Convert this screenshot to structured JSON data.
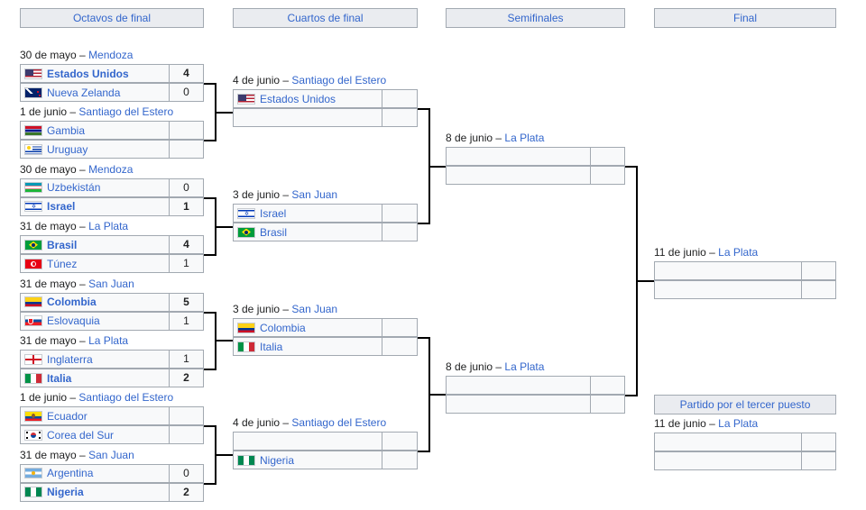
{
  "headers": {
    "r16": "Octavos de final",
    "qf": "Cuartos de final",
    "sf": "Semifinales",
    "final": "Final",
    "third": "Partido por el tercer puesto"
  },
  "r16": [
    {
      "date": "30 de mayo",
      "place": "Mendoza",
      "teams": [
        {
          "name": "Estados Unidos",
          "flag": "usa",
          "score": "4",
          "win": true
        },
        {
          "name": "Nueva Zelanda",
          "flag": "nzl",
          "score": "0",
          "win": false
        }
      ]
    },
    {
      "date": "1 de junio",
      "place": "Santiago del Estero",
      "teams": [
        {
          "name": "Gambia",
          "flag": "gam",
          "score": "",
          "win": false
        },
        {
          "name": "Uruguay",
          "flag": "uru",
          "score": "",
          "win": false
        }
      ]
    },
    {
      "date": "30 de mayo",
      "place": "Mendoza",
      "teams": [
        {
          "name": "Uzbekistán",
          "flag": "uzb",
          "score": "0",
          "win": false
        },
        {
          "name": "Israel",
          "flag": "isr",
          "score": "1",
          "win": true
        }
      ]
    },
    {
      "date": "31 de mayo",
      "place": "La Plata",
      "teams": [
        {
          "name": "Brasil",
          "flag": "bra",
          "score": "4",
          "win": true
        },
        {
          "name": "Túnez",
          "flag": "tun",
          "score": "1",
          "win": false
        }
      ]
    },
    {
      "date": "31 de mayo",
      "place": "San Juan",
      "teams": [
        {
          "name": "Colombia",
          "flag": "col",
          "score": "5",
          "win": true
        },
        {
          "name": "Eslovaquia",
          "flag": "svk",
          "score": "1",
          "win": false
        }
      ]
    },
    {
      "date": "31 de mayo",
      "place": "La Plata",
      "teams": [
        {
          "name": "Inglaterra",
          "flag": "eng",
          "score": "1",
          "win": false
        },
        {
          "name": "Italia",
          "flag": "ita",
          "score": "2",
          "win": true
        }
      ]
    },
    {
      "date": "1 de junio",
      "place": "Santiago del Estero",
      "teams": [
        {
          "name": "Ecuador",
          "flag": "ecu",
          "score": "",
          "win": false
        },
        {
          "name": "Corea del Sur",
          "flag": "kor",
          "score": "",
          "win": false
        }
      ]
    },
    {
      "date": "31 de mayo",
      "place": "San Juan",
      "teams": [
        {
          "name": "Argentina",
          "flag": "arg",
          "score": "0",
          "win": false
        },
        {
          "name": "Nigeria",
          "flag": "nga",
          "score": "2",
          "win": true
        }
      ]
    }
  ],
  "qf": [
    {
      "date": "4 de junio",
      "place": "Santiago del Estero",
      "teams": [
        {
          "name": "Estados Unidos",
          "flag": "usa",
          "score": ""
        },
        {
          "name": "",
          "flag": "",
          "score": ""
        }
      ]
    },
    {
      "date": "3 de junio",
      "place": "San Juan",
      "teams": [
        {
          "name": "Israel",
          "flag": "isr",
          "score": ""
        },
        {
          "name": "Brasil",
          "flag": "bra",
          "score": ""
        }
      ]
    },
    {
      "date": "3 de junio",
      "place": "San Juan",
      "teams": [
        {
          "name": "Colombia",
          "flag": "col",
          "score": ""
        },
        {
          "name": "Italia",
          "flag": "ita",
          "score": ""
        }
      ]
    },
    {
      "date": "4 de junio",
      "place": "Santiago del Estero",
      "teams": [
        {
          "name": "",
          "flag": "",
          "score": ""
        },
        {
          "name": "Nigeria",
          "flag": "nga",
          "score": ""
        }
      ]
    }
  ],
  "sf": [
    {
      "date": "8 de junio",
      "place": "La Plata",
      "teams": [
        {
          "name": "",
          "flag": "",
          "score": ""
        },
        {
          "name": "",
          "flag": "",
          "score": ""
        }
      ]
    },
    {
      "date": "8 de junio",
      "place": "La Plata",
      "teams": [
        {
          "name": "",
          "flag": "",
          "score": ""
        },
        {
          "name": "",
          "flag": "",
          "score": ""
        }
      ]
    }
  ],
  "final": {
    "date": "11 de junio",
    "place": "La Plata",
    "teams": [
      {
        "name": "",
        "flag": "",
        "score": ""
      },
      {
        "name": "",
        "flag": "",
        "score": ""
      }
    ]
  },
  "third": {
    "date": "11 de junio",
    "place": "La Plata",
    "teams": [
      {
        "name": "",
        "flag": "",
        "score": ""
      },
      {
        "name": "",
        "flag": "",
        "score": ""
      }
    ]
  },
  "dash": " – ",
  "colors": {
    "link": "#3366cc",
    "header_bg": "#eaecf0",
    "border": "#a2a9b1",
    "cell_bg": "#f8f9fa"
  }
}
